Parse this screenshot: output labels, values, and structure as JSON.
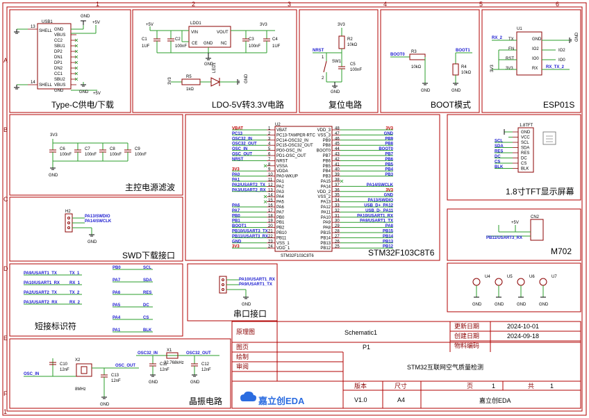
{
  "frame": {
    "col_labels": [
      "1",
      "2",
      "3",
      "4",
      "5",
      "6"
    ],
    "row_labels": [
      "A",
      "B",
      "C",
      "D",
      "E",
      "F"
    ],
    "bottom_left_mark": "1"
  },
  "sections": {
    "typec": "Type-C供电/下载",
    "ldo": "LDO-5V转3.3V电路",
    "reset": "复位电路",
    "boot": "BOOT模式",
    "esp": "ESP01S",
    "filter": "主控电源滤波",
    "mcu": "STM32F103C8T6",
    "tft": "1.8寸TFT显示屏幕",
    "swd": "SWD下载接口",
    "m702": "M702",
    "jumper": "短接标识符",
    "uart": "串口接口",
    "crystal": "晶振电路"
  },
  "typec": {
    "ref": "USB1",
    "left_pins": [
      "SHELL",
      "",
      "",
      "",
      "",
      "",
      "",
      "",
      "",
      "SHELL"
    ],
    "right_pins": [
      "GND",
      "VBUS",
      "CC2",
      "SBU1",
      "DP2",
      "DN1",
      "DP1",
      "DN2",
      "CC1",
      "SBU2",
      "VBUS",
      "GND"
    ],
    "pin13": "13",
    "pin14": "14",
    "gnd": "GND",
    "v5": "+5V"
  },
  "ldo": {
    "ref": "LDO1",
    "pins": [
      "VIN",
      "VOUT",
      "CE",
      "GND",
      "NC"
    ],
    "net_in": "+5V",
    "net_out": "3V3",
    "caps": [
      {
        "ref": "C1",
        "val": "1UF"
      },
      {
        "ref": "C2",
        "val": "100nF"
      },
      {
        "ref": "C3",
        "val": "100nF"
      },
      {
        "ref": "C4",
        "val": "1UF"
      }
    ],
    "r5": "R5",
    "r5_val": "1kΩ",
    "led": "LED1",
    "v33": "3V3",
    "gnd": "GND"
  },
  "reset": {
    "net": "NRST",
    "r": "R2",
    "r_val": "10kΩ",
    "sw": "SW1",
    "c": "C5",
    "c_val": "100nF",
    "v33": "3V3",
    "gnd": "GND",
    "p1": "1",
    "p2": "2"
  },
  "boot": {
    "boot0": "BOOT0",
    "boot1": "BOOT1",
    "r3": "R3",
    "r3_val": "10kΩ",
    "r4": "R4",
    "r4_val": "10kΩ",
    "gnd": "GND"
  },
  "esp": {
    "ref": "U1",
    "left_pins": [
      "TX",
      "EN",
      "RST",
      "3V3"
    ],
    "right_pins": [
      "GND",
      "IO2",
      "IO0",
      "RX"
    ],
    "tx_net": "RX_2",
    "rx_net": "RX_TX_2",
    "io2": "IO2",
    "io0": "IO0",
    "gnd": "GND",
    "v33": "3V3"
  },
  "filter": {
    "v33": "3V3",
    "caps": [
      {
        "ref": "C6",
        "val": "100nF"
      },
      {
        "ref": "C7",
        "val": "100nF"
      },
      {
        "ref": "C8",
        "val": "100nF"
      },
      {
        "ref": "C9",
        "val": "100nF"
      }
    ],
    "gnd": "GND"
  },
  "mcu": {
    "ref": "U2",
    "left_nets": [
      "VBAT",
      "PC13",
      "OSC32_IN",
      "OSC32_OUT",
      "OSC_IN",
      "OSC_OUT",
      "NRST",
      "",
      "3V3",
      "PA0",
      "PA1",
      "PA2/USART2_TX",
      "PA3/USART2_RX",
      "",
      "",
      "PA6",
      "PA7",
      "PB0",
      "PB1",
      "BOOT1",
      "PB10/USART3_TX",
      "PB11/USART3_RX",
      "GND",
      "3V3"
    ],
    "left_pins": [
      "VBAT",
      "PC13-TAMPER-RTC",
      "PC14-OSC32_IN",
      "PC15-OSC32_OUT",
      "PD0-OSC_IN",
      "PD1-OSC_OUT",
      "NRST",
      "VSSA",
      "VDDA",
      "PA0-WKUP",
      "PA1",
      "PA2",
      "PA3",
      "PA4",
      "PA5",
      "PA6",
      "PA7",
      "PB0",
      "PB1",
      "PB2",
      "PB10",
      "PB11",
      "VSS_1",
      "VDD_1"
    ],
    "right_pins": [
      "VDD_3",
      "VSS_3",
      "PB9",
      "PB8",
      "BOOT0",
      "PB7",
      "PB6",
      "PB5",
      "PB4",
      "PB3",
      "PA15",
      "PA14",
      "VDD_2",
      "VSS_2",
      "PA13",
      "PA12",
      "PA11",
      "PA10",
      "PA9",
      "PA8",
      "PB15",
      "PB14",
      "PB13",
      "PB12"
    ],
    "right_nets": [
      "3V3",
      "GND",
      "PB9",
      "PB8",
      "BOOT0",
      "PB7",
      "PB6",
      "PB5",
      "PB4",
      "PB3",
      "",
      "PA14/SWCLK",
      "3V3",
      "GND",
      "PA13/SWDIO",
      "USB_D+_PA12",
      "USB_D-_PA11",
      "PA10/USART1_RX",
      "PA9/USART1_TX",
      "PA8",
      "PB15",
      "PB14",
      "PB13",
      "PB12"
    ],
    "chip_label": "STM32F103C8T6"
  },
  "tft": {
    "ref": "1.8TFT",
    "pins": [
      "GND",
      "VCC",
      "SCL",
      "SDA",
      "RES",
      "DC",
      "CS",
      "BLK"
    ],
    "nets": [
      "",
      "",
      "SCL",
      "SDA",
      "RES",
      "DC",
      "CS",
      "BLK"
    ]
  },
  "swd": {
    "ref": "H2",
    "nets": [
      "PA13/SWDIO",
      "PA14/SWCLK"
    ],
    "gnd": "GND"
  },
  "m702": {
    "ref": "CN2",
    "net": "PB11/USART3_RX",
    "v5": "+5V"
  },
  "mounts": {
    "refs": [
      "U4",
      "U5",
      "U6",
      "U7"
    ],
    "gnd": "GND"
  },
  "jumper": {
    "left": [
      [
        "PA9/USART1_TX",
        "TX_1"
      ],
      [
        "PA10/USART1_RX",
        "RX_1"
      ],
      [
        "PA2/USART2_TX",
        "TX_2"
      ],
      [
        "PA3/USART2_RX",
        "RX_2"
      ]
    ],
    "right": [
      [
        "PB0",
        "SCL"
      ],
      [
        "PA7",
        "SDA"
      ],
      [
        "PA6",
        "RES"
      ],
      [
        "PA5",
        "DC"
      ],
      [
        "PA4",
        "CS"
      ],
      [
        "PA1",
        "BLK"
      ]
    ]
  },
  "uart": {
    "nets": [
      "PA10/USART1_RX",
      "PA9/USART1_TX"
    ],
    "gnd": "GND"
  },
  "crystal": {
    "x2": "X2",
    "x2_val": "8MHz",
    "x1": "X1",
    "x1_val": "32.768kHz",
    "c10": "C10",
    "c11": "C11",
    "c12": "C12",
    "c13": "C13",
    "cval": "12nF",
    "osc_in": "OSC_IN",
    "osc_out": "OSC_OUT",
    "osc32_in": "OSC32_IN",
    "osc32_out": "OSC32_OUT",
    "gnd": "GND"
  },
  "titleblock": {
    "label_principle": "原理图",
    "value_principle": "Schematic1",
    "label_page": "图页",
    "value_page": "P1",
    "label_drawn": "绘制",
    "label_review": "审阅",
    "label_updated": "更新日期",
    "value_updated": "2024-10-01",
    "label_created": "创建日期",
    "value_created": "2024-09-18",
    "label_material": "物料编码",
    "project": "STM32互联网空气质量检测",
    "logo": "嘉立创EDA",
    "label_version": "版本",
    "label_size": "尺寸",
    "label_pageno": "页",
    "label_total": "共",
    "version": "V1.0",
    "size": "A4",
    "pageno": "1",
    "total": "1",
    "company": "嘉立创EDA"
  }
}
